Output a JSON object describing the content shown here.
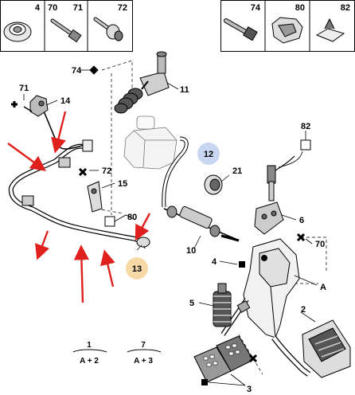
{
  "header_strip_left": [
    "4",
    "70",
    "71",
    "72"
  ],
  "header_strip_right": [
    "74",
    "80",
    "82"
  ],
  "callouts": {
    "c74": "74",
    "c11": "11",
    "c71": "71",
    "c14": "14",
    "c72": "72",
    "c15": "15",
    "c12": "12",
    "c21": "21",
    "c82": "82",
    "c80": "80",
    "c13": "13",
    "c10": "10",
    "c6": "6",
    "c70": "70",
    "c4": "4",
    "cA": "A",
    "c5": "5",
    "c2": "2",
    "c3": "3"
  },
  "equations": [
    {
      "top": "1",
      "bottom": "A + 2"
    },
    {
      "top": "7",
      "bottom": "A + 3"
    }
  ],
  "colors": {
    "highlight_blue": "#c9d6f2",
    "highlight_orange": "#f6d9a6",
    "arrow_red": "#e0201c"
  }
}
